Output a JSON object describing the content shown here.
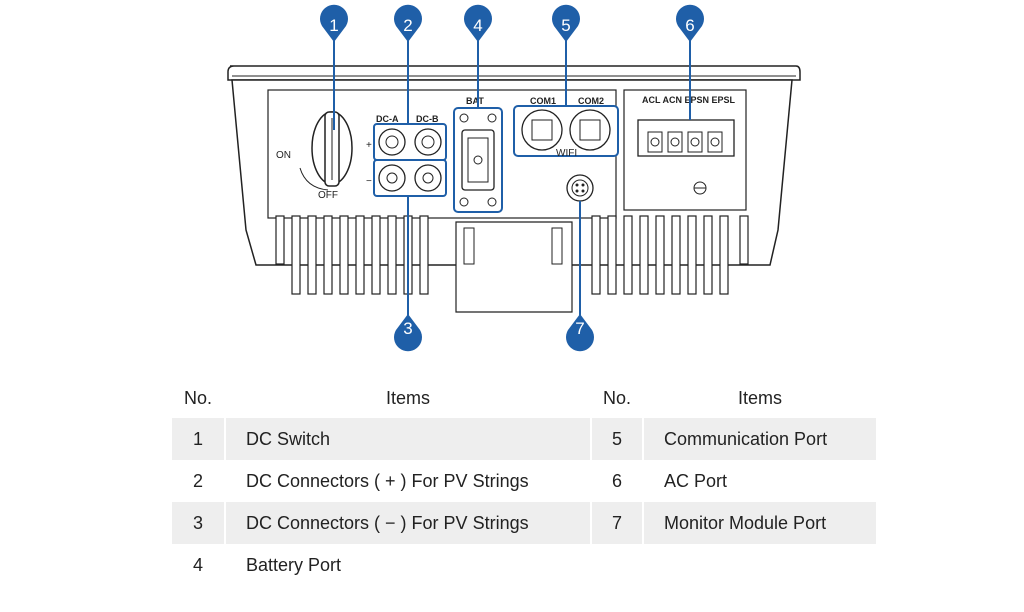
{
  "diagram": {
    "callouts": [
      "1",
      "2",
      "3",
      "4",
      "5",
      "6",
      "7"
    ],
    "labels": {
      "dc_a": "DC-A",
      "dc_b": "DC-B",
      "bat": "BAT",
      "com1": "COM1",
      "com2": "COM2",
      "wifi": "WIFI",
      "on": "ON",
      "off": "OFF",
      "plus": "+",
      "minus": "−",
      "ac_terminals": "ACL  ACN  EPSN  EPSL"
    },
    "accent_color": "#1f5fa8"
  },
  "legend": {
    "headers": {
      "no": "No.",
      "items": "Items",
      "no2": "No.",
      "items2": "Items"
    },
    "rows": [
      {
        "no": "1",
        "item": "DC Switch",
        "no2": "5",
        "item2": "Communication Port"
      },
      {
        "no": "2",
        "item": "DC Connectors ( + ) For PV Strings",
        "no2": "6",
        "item2": "AC Port"
      },
      {
        "no": "3",
        "item": "DC Connectors ( − ) For PV Strings",
        "no2": "7",
        "item2": "Monitor Module Port"
      },
      {
        "no": "4",
        "item": "Battery Port",
        "no2": "",
        "item2": ""
      }
    ]
  }
}
